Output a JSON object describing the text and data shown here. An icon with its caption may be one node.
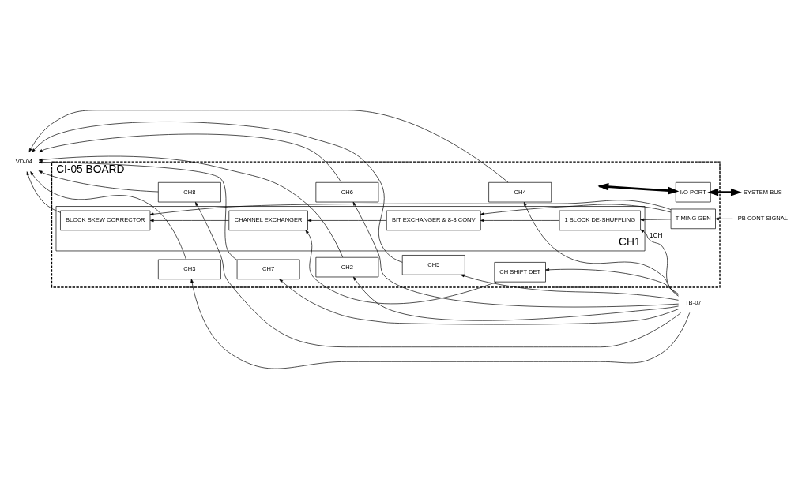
{
  "diagram": {
    "nodes": [
      {
        "text": [
          "CI-05 BOARD"
        ]
      },
      {
        "text": [
          "I/O PORT"
        ],
        "in": 0
      },
      {
        "text": [
          "TIMING GEN"
        ],
        "in": 0
      },
      {
        "text": [
          "CH SHIFT DET"
        ],
        "in": 0
      },
      {
        "text": [
          "CH1"
        ],
        "in": 0
      },
      {
        "text": [
          "BLOCK SKEW CORRECTOR"
        ],
        "in": 4
      },
      {
        "text": [
          "CHANNEL EXCHANGER"
        ],
        "in": 4
      },
      {
        "text": [
          "BIT EXCHANGER & 8-8 CONV"
        ],
        "in": 4
      },
      {
        "text": [
          "1 BLOCK DE-SHUFFLING"
        ],
        "in": 4
      },
      {
        "text": [
          "CH2"
        ],
        "in": 0
      },
      {
        "text": [
          "CH3"
        ],
        "in": 0
      },
      {
        "text": [
          "CH4"
        ],
        "in": 0
      },
      {
        "text": [
          "CH5"
        ],
        "in": 0
      },
      {
        "text": [
          "CH6"
        ],
        "in": 0
      },
      {
        "text": [
          "CH7"
        ],
        "in": 0
      },
      {
        "text": [
          "CH8"
        ],
        "in": 0
      },
      {
        "text": [
          "SYSTEM BUS"
        ]
      },
      {
        "text": [
          "PB CONT SIGNAL"
        ]
      },
      {
        "text": [
          "VD-04"
        ]
      },
      {
        "text": [
          "TB-07"
        ]
      }
    ],
    "edges": [
      {
        "from": 16,
        "to": 1,
        "arrow": "both",
        "style": "thick"
      },
      {
        "from": 1,
        "to": null,
        "arrow": "both",
        "style": "thick"
      },
      {
        "from": 17,
        "to": 2,
        "arrow": "to"
      },
      {
        "from": 2,
        "to": 5,
        "arrow": "to"
      },
      {
        "from": 3,
        "to": 6,
        "arrow": "to"
      },
      {
        "from": 2,
        "to": 7,
        "arrow": "to"
      },
      {
        "from": 2,
        "to": 8,
        "arrow": "to"
      },
      {
        "from": 8,
        "to": 7,
        "arrow": "to"
      },
      {
        "from": 7,
        "to": 6,
        "arrow": "to"
      },
      {
        "from": 6,
        "to": 5,
        "arrow": "to"
      },
      {
        "from": 19,
        "to": 3,
        "arrow": "to"
      },
      {
        "from": 19,
        "to": 8,
        "arrow": "to",
        "label": "1CH"
      },
      {
        "from": 19,
        "to": 9,
        "arrow": "to"
      },
      {
        "from": 19,
        "to": 10,
        "arrow": "to"
      },
      {
        "from": 19,
        "to": 11,
        "arrow": "to"
      },
      {
        "from": 19,
        "to": 12,
        "arrow": "to"
      },
      {
        "from": 19,
        "to": 13,
        "arrow": "to"
      },
      {
        "from": 19,
        "to": 14,
        "arrow": "to"
      },
      {
        "from": 19,
        "to": 15,
        "arrow": "to"
      },
      {
        "from": 5,
        "to": 18,
        "arrow": "to"
      },
      {
        "from": 9,
        "to": 18,
        "arrow": "to"
      },
      {
        "from": 10,
        "to": 18,
        "arrow": "to"
      },
      {
        "from": 11,
        "to": 18,
        "arrow": "to"
      },
      {
        "from": 12,
        "to": 18,
        "arrow": "to"
      },
      {
        "from": 13,
        "to": 18,
        "arrow": "to"
      },
      {
        "from": 14,
        "to": 18,
        "arrow": "to"
      },
      {
        "from": 15,
        "to": 18,
        "arrow": "to"
      }
    ]
  }
}
